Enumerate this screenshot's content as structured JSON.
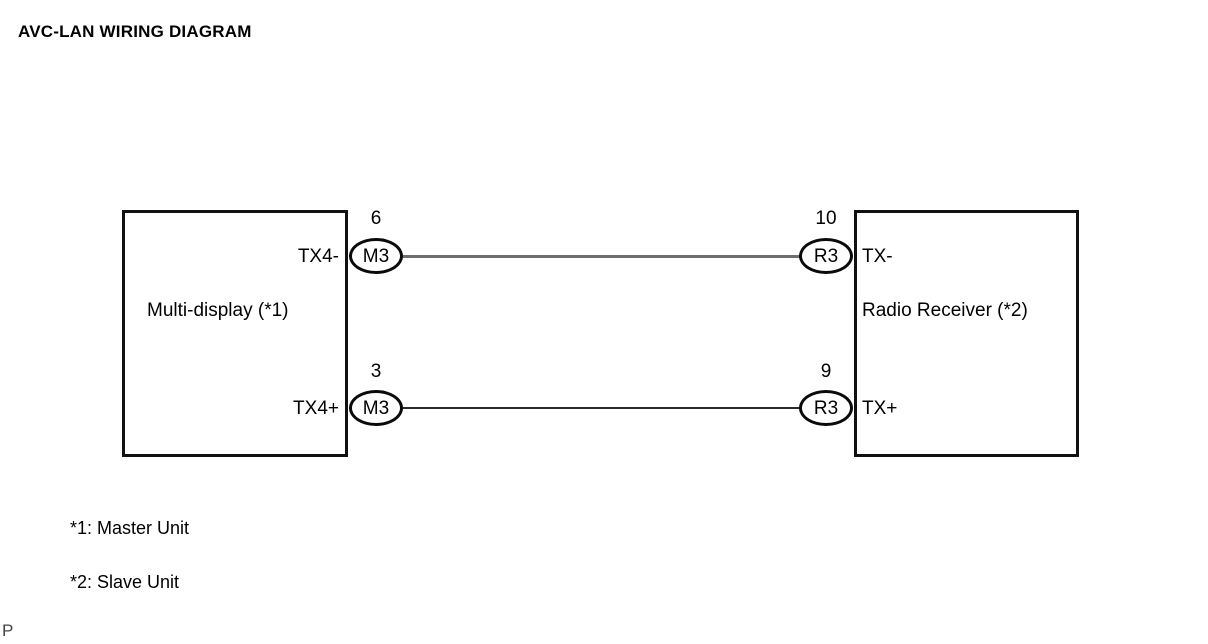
{
  "page": {
    "title": "AVC-LAN WIRING DIAGRAM",
    "corner_mark": "P",
    "background_color": "#ffffff",
    "line_color": "#111111"
  },
  "diagram": {
    "units": [
      {
        "id": "multi-display",
        "name": "Multi-display (*1)",
        "side": "left"
      },
      {
        "id": "radio-receiver",
        "name": "Radio Receiver (*2)",
        "side": "right"
      }
    ],
    "connections": [
      {
        "id": "tx-minus",
        "left_port_label": "TX4-",
        "left_connector": "M3",
        "left_pin": "6",
        "right_connector": "R3",
        "right_pin": "10",
        "right_port_label": "TX-",
        "wire_color": "#6e6e6e"
      },
      {
        "id": "tx-plus",
        "left_port_label": "TX4+",
        "left_connector": "M3",
        "left_pin": "3",
        "right_connector": "R3",
        "right_pin": "9",
        "right_port_label": "TX+",
        "wire_color": "#2b2b2b"
      }
    ]
  },
  "footnotes": [
    "*1: Master Unit",
    "*2: Slave Unit"
  ]
}
